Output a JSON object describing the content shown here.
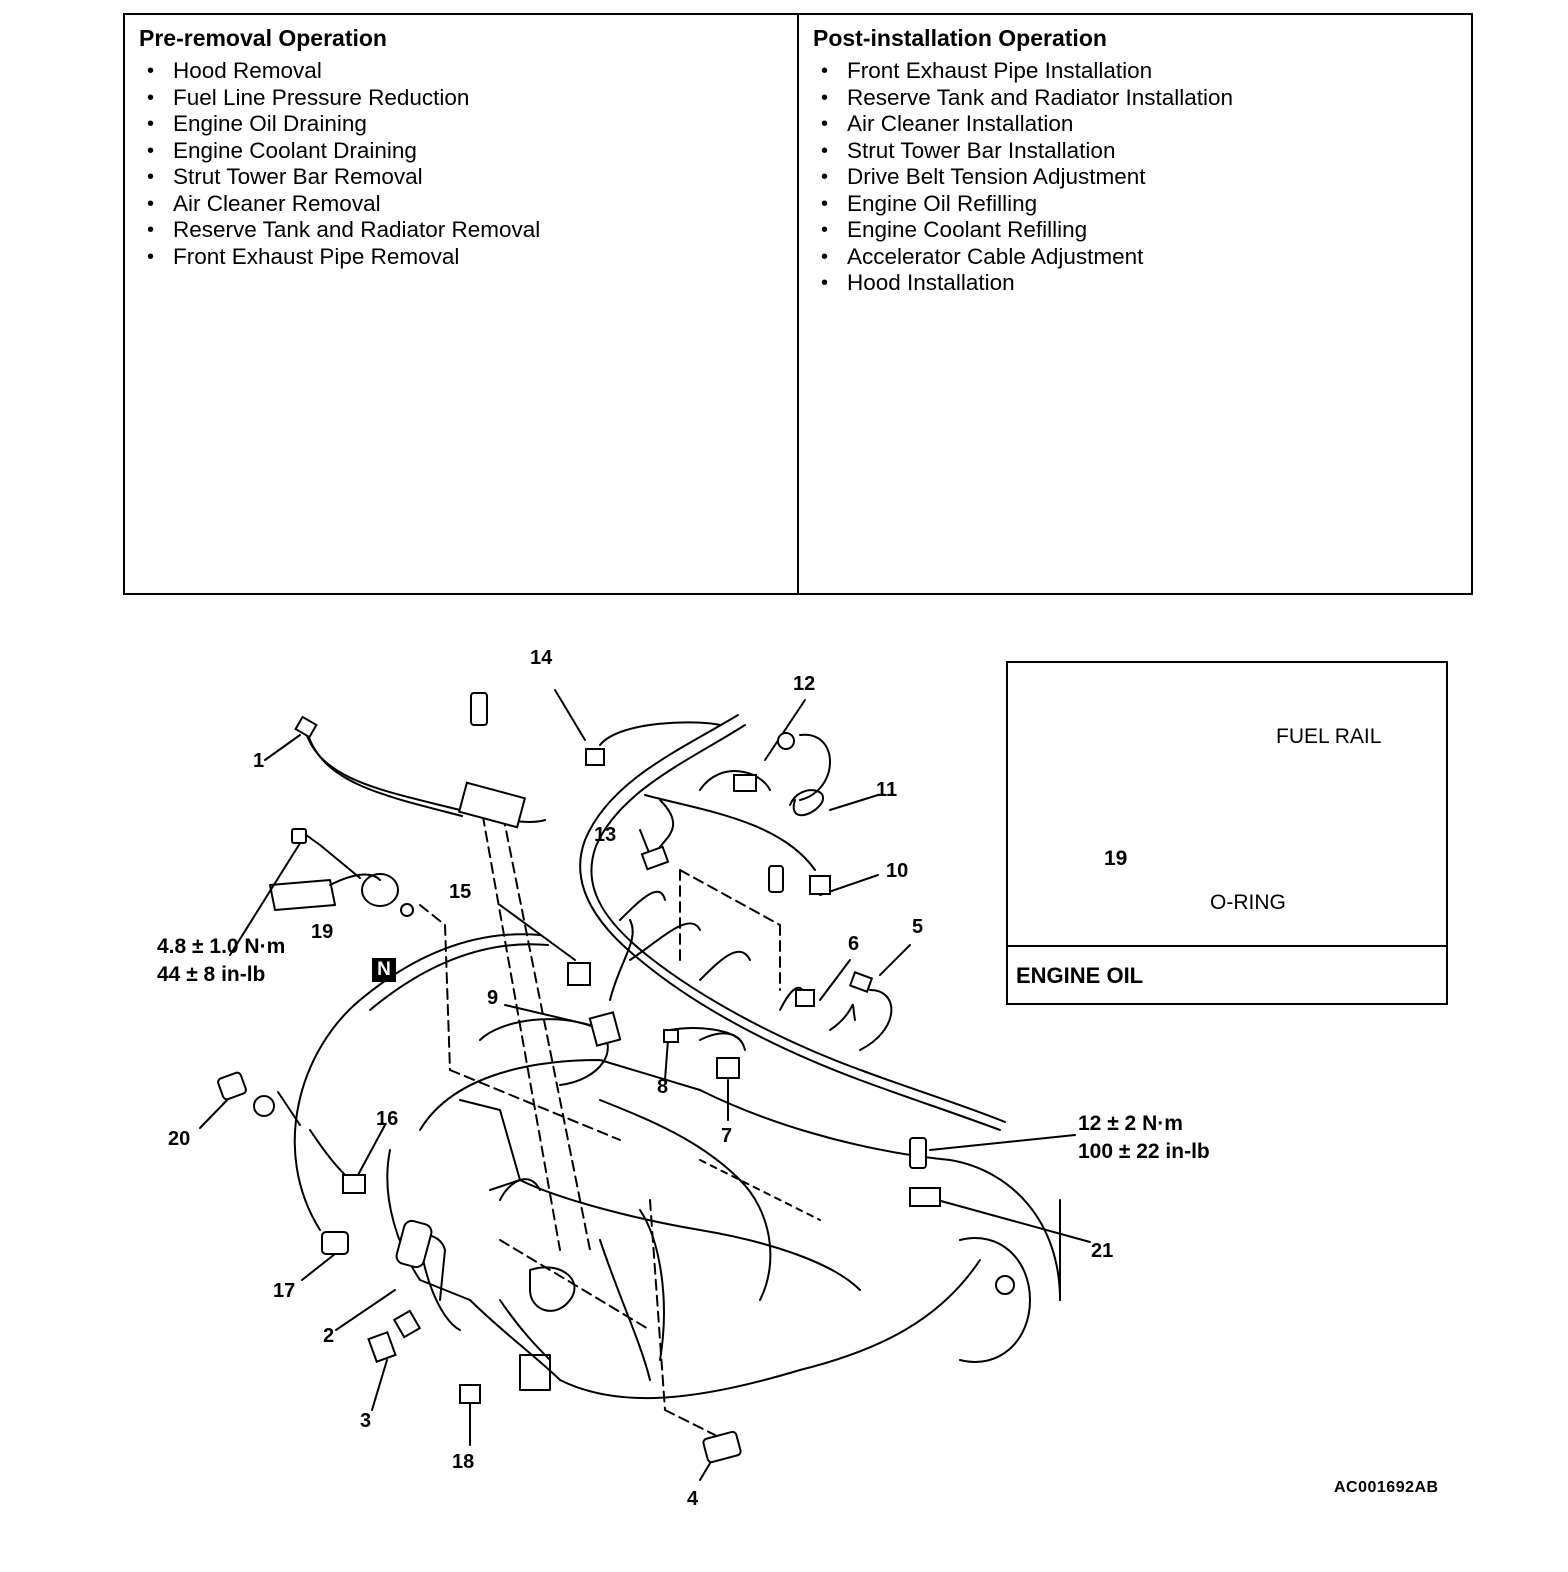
{
  "operations": {
    "pre_removal": {
      "title": "Pre-removal Operation",
      "items": [
        "Hood Removal",
        "Fuel Line Pressure Reduction",
        "Engine Oil Draining",
        "Engine Coolant Draining",
        "Strut Tower Bar Removal",
        "Air Cleaner Removal",
        "Reserve Tank and Radiator Removal",
        "Front Exhaust Pipe Removal"
      ]
    },
    "post_installation": {
      "title": "Post-installation Operation",
      "items": [
        "Front Exhaust Pipe Installation",
        "Reserve Tank and Radiator Installation",
        "Air Cleaner Installation",
        "Strut Tower Bar Installation",
        "Drive Belt Tension Adjustment",
        "Engine Oil Refilling",
        "Engine Coolant Refilling",
        "Accelerator Cable Adjustment",
        "Hood Installation"
      ]
    }
  },
  "callouts": [
    "1",
    "2",
    "3",
    "4",
    "5",
    "6",
    "7",
    "8",
    "9",
    "10",
    "11",
    "12",
    "13",
    "14",
    "15",
    "16",
    "17",
    "18",
    "19",
    "20",
    "21"
  ],
  "torque": {
    "sensor_19": {
      "metric": "4.8 ± 1.0 N·m",
      "imperial": "44 ± 8 in-lb"
    },
    "sensor_21": {
      "metric": "12 ± 2 N·m",
      "imperial": "100 ± 22 in-lb"
    }
  },
  "n_mark": "N",
  "inset": {
    "fuel_rail": "FUEL RAIL",
    "o_ring": "O-RING",
    "part": "19",
    "caption": "ENGINE OIL"
  },
  "figure_id": "AC001692AB"
}
